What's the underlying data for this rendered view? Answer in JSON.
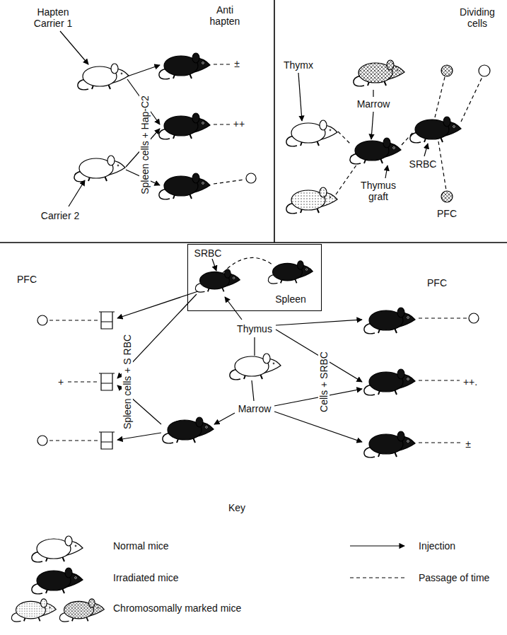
{
  "diagram": {
    "nodes": [
      {
        "text": [
          "SRBC",
          "Spleen"
        ]
      }
    ],
    "labels": [
      "Hapten Carrier 1",
      "Anti hapten",
      "Spleen cells + Hap-C2",
      "±",
      "++",
      "Carrier 2",
      "Thymx",
      "Marrow",
      "Dividing cells",
      "SRBC",
      "Thymus graft",
      "PFC",
      "PFC",
      "Spleen cells + S RBC",
      "+",
      "Thymus",
      "Marrow",
      "Cells + SRBC",
      "PFC",
      "++.",
      "±",
      "Key"
    ],
    "legend": [
      {
        "text": "Normal mice"
      },
      {
        "text": "Irradiated mice"
      },
      {
        "text": "Chromosomally marked mice"
      },
      {
        "text": "Injection"
      },
      {
        "text": "Passage of time"
      }
    ]
  }
}
